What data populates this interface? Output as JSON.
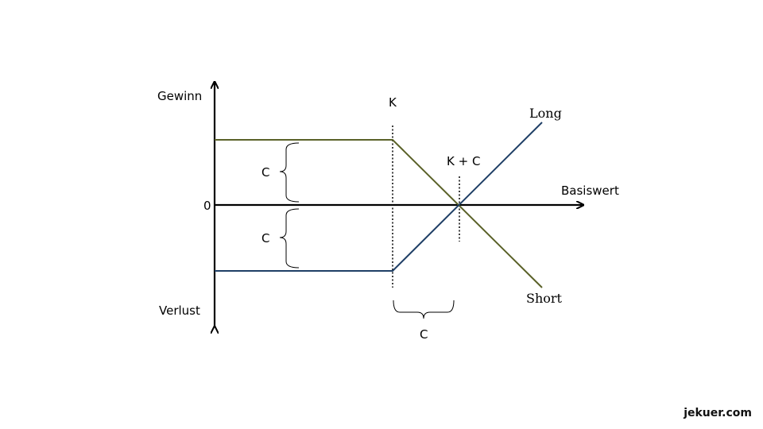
{
  "labels": {
    "gain": "Gewinn",
    "loss": "Verlust",
    "zero": "0",
    "underlying": "Basiswert",
    "strike": "K",
    "breakeven": "K + C",
    "premium_upper": "C",
    "premium_lower": "C",
    "premium_horizontal": "C",
    "long": "Long",
    "short": "Short"
  },
  "colors": {
    "long": "#1f3f66",
    "short": "#5a6128",
    "axis": "#000000"
  },
  "watermark": "jekuer.com"
}
